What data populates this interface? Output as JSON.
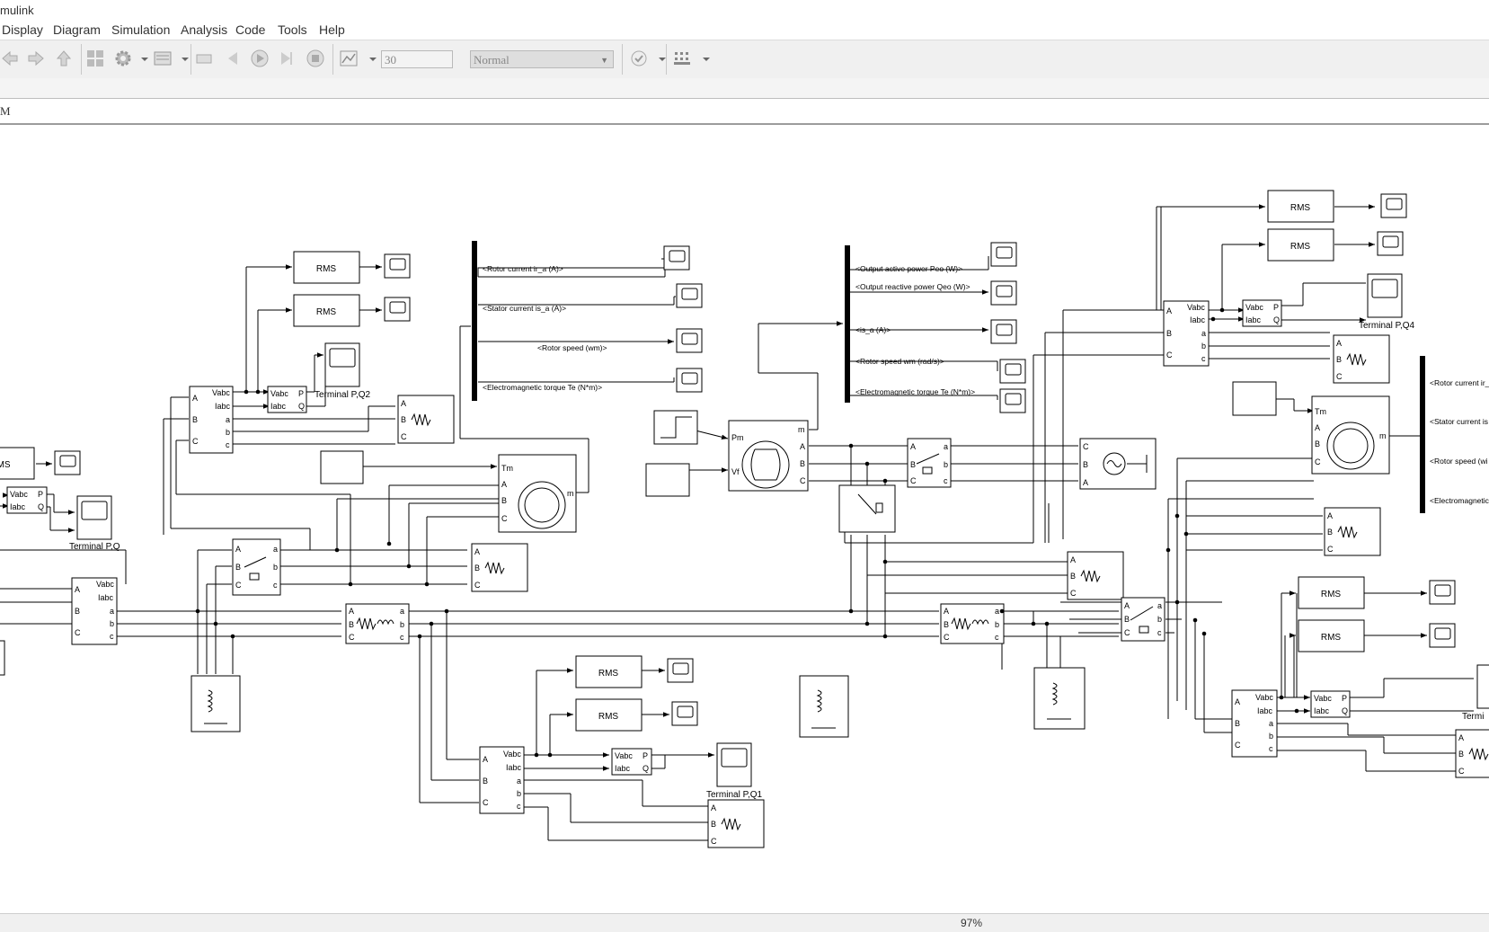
{
  "window": {
    "title": "mulink"
  },
  "menu": [
    "Display",
    "Diagram",
    "Simulation",
    "Analysis",
    "Code",
    "Tools",
    "Help"
  ],
  "toolbar": {
    "stop_time": "30",
    "sim_mode": "Normal"
  },
  "address": {
    "path": "M"
  },
  "blocks": {
    "rms": "RMS",
    "rms_cut": "MS",
    "vabc": "Vabc",
    "iabc": "Iabc",
    "p": "P",
    "q": "Q",
    "a": "a",
    "b": "b",
    "c": "c",
    "A": "A",
    "B": "B",
    "C": "C",
    "tm": "Tm",
    "m": "m",
    "pm": "Pm",
    "vf": "Vf",
    "terminal_pq": "Terminal P,Q",
    "terminal_pq1": "Terminal P,Q1",
    "terminal_pq2": "Terminal P,Q2",
    "terminal_pq4": "Terminal P,Q4",
    "terminal_cut": "Termi"
  },
  "signals": {
    "induction1": [
      "<Rotor current ir_a (A)>",
      "<Stator current is_a (A)>",
      "<Rotor speed (wm)>",
      "<Electromagnetic torque Te (N*m)>"
    ],
    "sync": [
      "<Output active power  Peo (W)>",
      "<Output reactive power  Qeo (W)>",
      "<is_a (A)>",
      "<Rotor speed  wm (rad/s)>",
      "<Electromagnetic torque  Te (N*m)>"
    ],
    "induction2": [
      "<Rotor current ir_",
      "<Stator current is",
      "<Rotor speed (wi",
      "<Electromagnetic"
    ]
  },
  "status": {
    "zoom": "97%"
  }
}
